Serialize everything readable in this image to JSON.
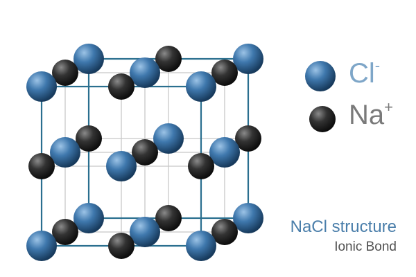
{
  "legend": {
    "chloride": {
      "symbol": "Cl",
      "charge": "-",
      "color": "#7ea6c8",
      "sphere_color": "#2f6aa0"
    },
    "sodium": {
      "symbol": "Na",
      "charge": "+",
      "color": "#7a7a7a",
      "sphere_color": "#2a2a2a"
    }
  },
  "caption": {
    "title": "NaCl structure",
    "subtitle": "Ionic Bond"
  },
  "colors": {
    "outer_edges": "#2a6f8f",
    "inner_grid": "#c8c8c8"
  },
  "lattice": {
    "layers": [
      [
        "Cl",
        "Na",
        "Cl"
      ],
      [
        "Na",
        "Cl",
        "Na"
      ],
      [
        "Cl",
        "Na",
        "Cl"
      ]
    ]
  }
}
